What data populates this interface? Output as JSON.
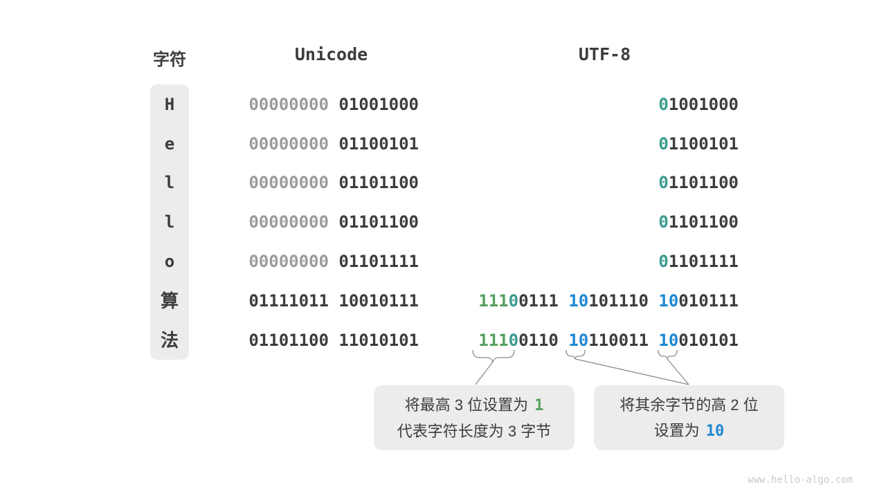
{
  "header": {
    "char": "字符",
    "unicode": "Unicode",
    "utf8": "UTF-8"
  },
  "table": {
    "rows": [
      {
        "char": "H",
        "unicode": [
          {
            "t": "00000000",
            "c": "gray"
          },
          {
            "t": " 01001000",
            "c": "dark"
          }
        ],
        "utf8": [
          {
            "t": "0",
            "c": "teal"
          },
          {
            "t": "1001000",
            "c": "dark"
          }
        ]
      },
      {
        "char": "e",
        "unicode": [
          {
            "t": "00000000",
            "c": "gray"
          },
          {
            "t": " 01100101",
            "c": "dark"
          }
        ],
        "utf8": [
          {
            "t": "0",
            "c": "teal"
          },
          {
            "t": "1100101",
            "c": "dark"
          }
        ]
      },
      {
        "char": "l",
        "unicode": [
          {
            "t": "00000000",
            "c": "gray"
          },
          {
            "t": " 01101100",
            "c": "dark"
          }
        ],
        "utf8": [
          {
            "t": "0",
            "c": "teal"
          },
          {
            "t": "1101100",
            "c": "dark"
          }
        ]
      },
      {
        "char": "l",
        "unicode": [
          {
            "t": "00000000",
            "c": "gray"
          },
          {
            "t": " 01101100",
            "c": "dark"
          }
        ],
        "utf8": [
          {
            "t": "0",
            "c": "teal"
          },
          {
            "t": "1101100",
            "c": "dark"
          }
        ]
      },
      {
        "char": "o",
        "unicode": [
          {
            "t": "00000000",
            "c": "gray"
          },
          {
            "t": " 01101111",
            "c": "dark"
          }
        ],
        "utf8": [
          {
            "t": "0",
            "c": "teal"
          },
          {
            "t": "1101111",
            "c": "dark"
          }
        ]
      },
      {
        "char": "算",
        "unicode": [
          {
            "t": "01111011 10010111",
            "c": "dark"
          }
        ],
        "utf8": [
          {
            "t": "111",
            "c": "green"
          },
          {
            "t": "0",
            "c": "teal"
          },
          {
            "t": "0111 ",
            "c": "dark"
          },
          {
            "t": "10",
            "c": "blue"
          },
          {
            "t": "101110 ",
            "c": "dark"
          },
          {
            "t": "10",
            "c": "blue"
          },
          {
            "t": "010111",
            "c": "dark"
          }
        ]
      },
      {
        "char": "法",
        "unicode": [
          {
            "t": "01101100 11010101",
            "c": "dark"
          }
        ],
        "utf8": [
          {
            "t": "111",
            "c": "green"
          },
          {
            "t": "0",
            "c": "teal"
          },
          {
            "t": "0110 ",
            "c": "dark"
          },
          {
            "t": "10",
            "c": "blue"
          },
          {
            "t": "110011 ",
            "c": "dark"
          },
          {
            "t": "10",
            "c": "blue"
          },
          {
            "t": "010101",
            "c": "dark"
          }
        ]
      }
    ]
  },
  "callouts": {
    "left": {
      "line1_text": "将最高 3 位设置为",
      "line1_highlight": "1",
      "line2_text": "代表字符长度为 3 字节"
    },
    "right": {
      "line1_text": "将其余字节的高 2 位",
      "line2_text": "设置为",
      "line2_highlight": "10"
    }
  },
  "watermark": "www.hello-algo.com",
  "colors": {
    "green": "#55a05f",
    "teal": "#3a9b8e",
    "blue": "#1e88d2",
    "dark": "#3c3c3c",
    "gray": "#9b9b9b",
    "muted_box": "#ececec",
    "line": "#8c8c8c",
    "watermark": "#c9c9c9"
  }
}
